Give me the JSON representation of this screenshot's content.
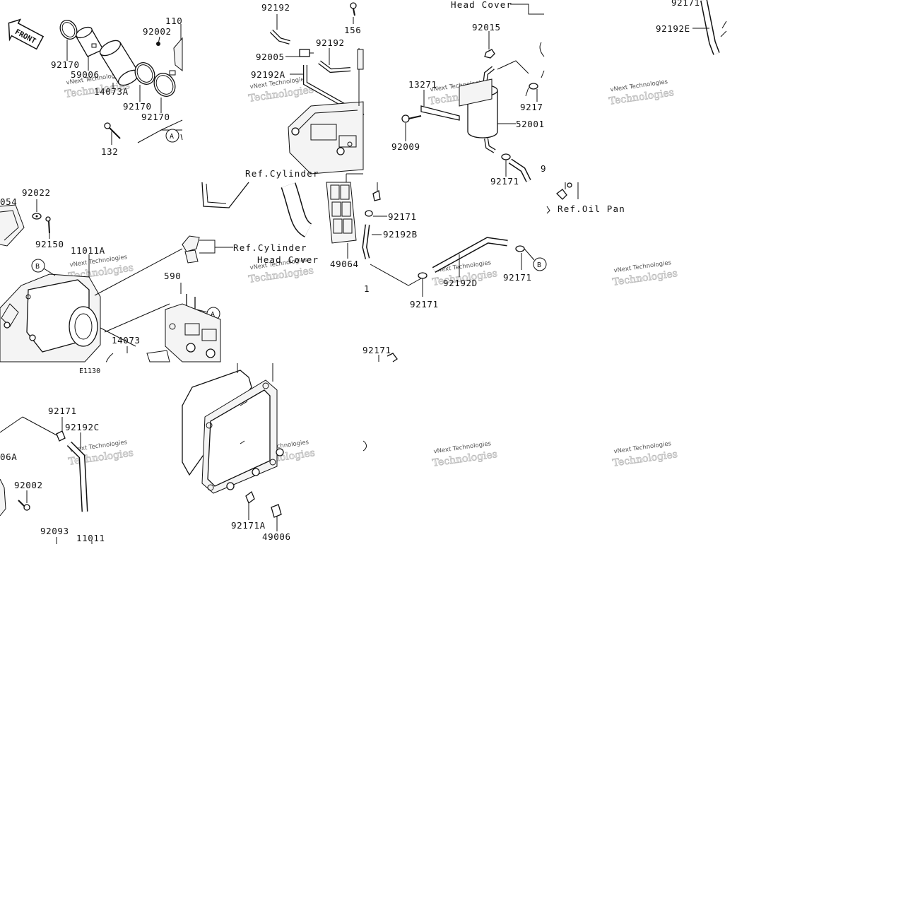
{
  "front_label": "FRONT",
  "callouts": {
    "A": "A",
    "B": "B"
  },
  "part_numbers": {
    "p92170_a": "92170",
    "p59006_a": "59006",
    "p14073A": "14073A",
    "p92170_b": "92170",
    "p92170_c": "92170",
    "p92002_a": "92002",
    "p110_a": "110",
    "p132": "132",
    "p92192_a": "92192",
    "p156": "156",
    "p92005": "92005",
    "p92192_b": "92192",
    "p92192A": "92192A",
    "p92015": "92015",
    "p13271": "13271",
    "p9217_a": "9217",
    "p52001": "52001",
    "p92009": "92009",
    "p9_a": "9",
    "p92171_top": "92171",
    "p92192E": "92192E",
    "p92171_cut": "92171",
    "p92022": "92022",
    "p054": "054",
    "p92150": "92150",
    "p11011A": "11011A",
    "p590": "590",
    "p14073": "14073",
    "p92171_mid": "92171",
    "p92192B": "92192B",
    "p49064": "49064",
    "p92192D": "92192D",
    "p92171_b": "92171",
    "p92171_c": "92171",
    "p1_mid": "1",
    "p92171_d": "92171",
    "p92171_e": "92171",
    "p92192C": "92192C",
    "p06A": "06A",
    "p92002_b": "92002",
    "p92093": "92093",
    "p11011": "11011",
    "p92171A": "92171A",
    "p49006": "49006"
  },
  "references": {
    "head_cover_top": "Head Cover",
    "ref_cylinder_a": "Ref.Cylinder",
    "ref_cylinder_b": "Ref.Cylinder",
    "head_cover_b": "Head Cover",
    "ref_oil_pan": "Ref.Oil Pan"
  },
  "diagram_code": "E1130",
  "watermark": "vNext Technologies"
}
